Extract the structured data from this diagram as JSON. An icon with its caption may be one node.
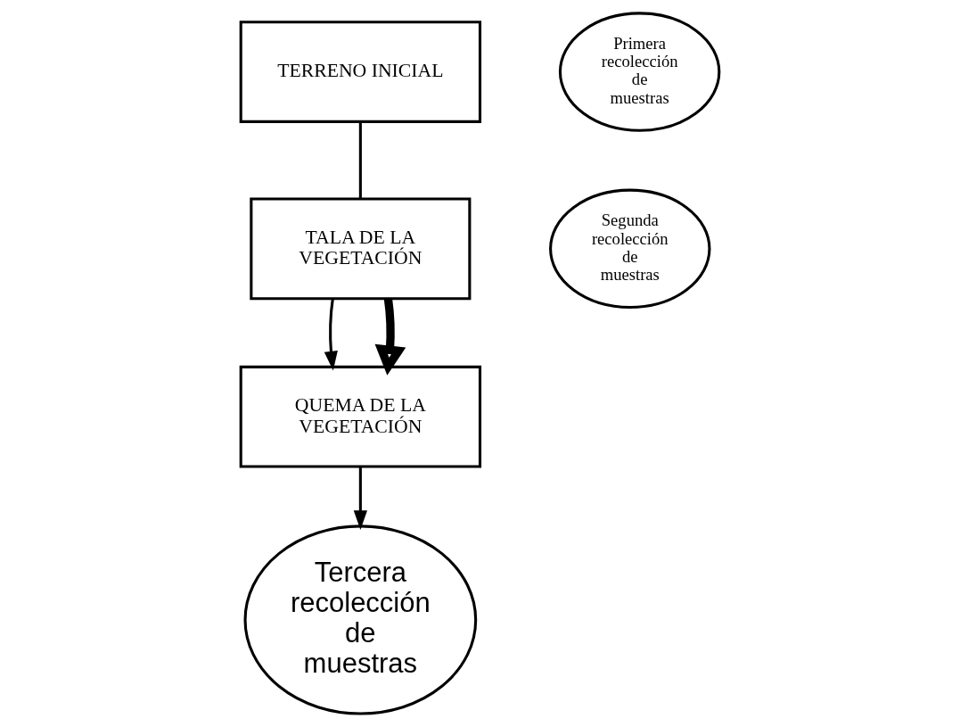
{
  "diagram": {
    "nodes": [
      {
        "text": [
          "TERRENO INICIAL"
        ]
      },
      {
        "text": [
          "Primera recolección de muestras"
        ]
      },
      {
        "text": [
          "TALA DE LA VEGETACIÓN"
        ]
      },
      {
        "text": [
          "Segunda recolección de muestras"
        ]
      },
      {
        "text": [
          "QUEMA DE LA VEGETACIÓN"
        ]
      },
      {
        "text": [
          "Tercera recolección de muestras"
        ]
      }
    ],
    "edges": [
      {
        "from": 0,
        "to": 2,
        "arrow": "none"
      },
      {
        "from": 2,
        "to": 4,
        "arrow": "to"
      },
      {
        "from": 2,
        "to": 4,
        "arrow": "to",
        "style": "thick"
      },
      {
        "from": 4,
        "to": 5,
        "arrow": "to"
      }
    ]
  }
}
